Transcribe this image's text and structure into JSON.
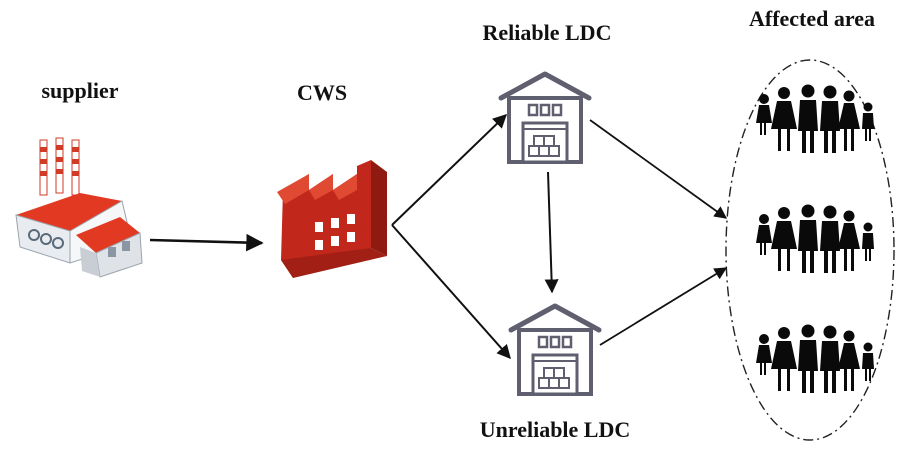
{
  "labels": {
    "supplier": "supplier",
    "cws": "CWS",
    "reliable_ldc": "Reliable LDC",
    "unreliable_ldc": "Unreliable LDC",
    "affected_area": "Affected area"
  },
  "icons": {
    "supplier": "factory-icon",
    "cws": "factory-icon",
    "reliable_ldc": "warehouse-icon",
    "unreliable_ldc": "warehouse-icon",
    "affected_area": "family-icon"
  },
  "colors": {
    "factory_roof": "#e23a22",
    "cws_red": "#c1271b",
    "warehouse_outline": "#5f5f70",
    "family": "#0a0a0a",
    "arrow": "#111111"
  }
}
